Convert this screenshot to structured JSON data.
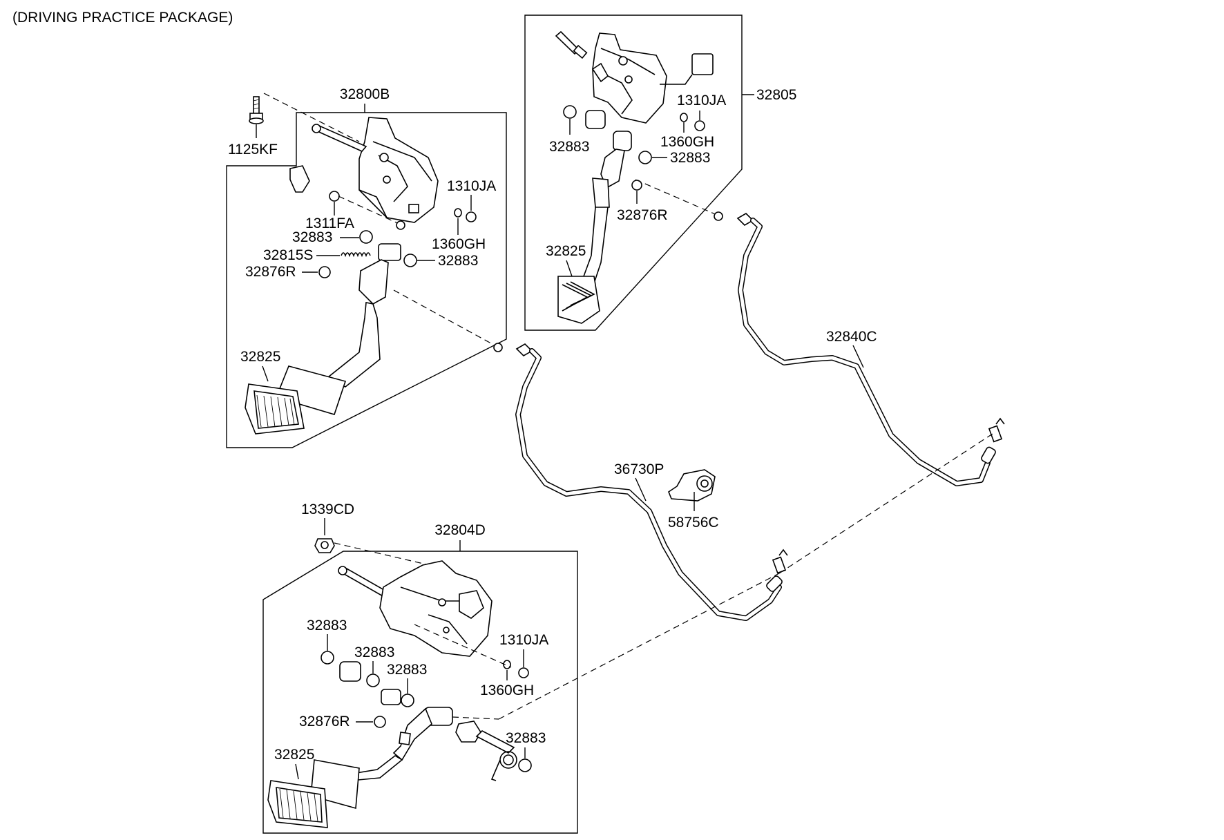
{
  "header": "(DRIVING PRACTICE PACKAGE)",
  "assemblies": {
    "top_left": {
      "assembly": "32800B",
      "labels": {
        "bolt": "1125KF",
        "nut": "1310JA",
        "nut2": "1311FA",
        "bushing_a": "32883",
        "spring": "32815S",
        "washer": "1360GH",
        "bushing_b": "32883",
        "stopper": "32876R",
        "pad": "32825"
      }
    },
    "top_right": {
      "assembly": "32805",
      "labels": {
        "nut": "1310JA",
        "washer": "1360GH",
        "bushing_a": "32883",
        "bushing_b": "32883",
        "stopper": "32876R",
        "pad": "32825"
      }
    },
    "bottom": {
      "assembly": "32804D",
      "labels": {
        "nut_top": "1339CD",
        "bushing_a": "32883",
        "bushing_b": "32883",
        "bushing_c": "32883",
        "nut": "1310JA",
        "washer": "1360GH",
        "stopper": "32876R",
        "bushing_d": "32883",
        "pad": "32825"
      }
    }
  },
  "cables": {
    "cable_a": "36730P",
    "cable_b": "32840C",
    "bracket": "58756C"
  }
}
